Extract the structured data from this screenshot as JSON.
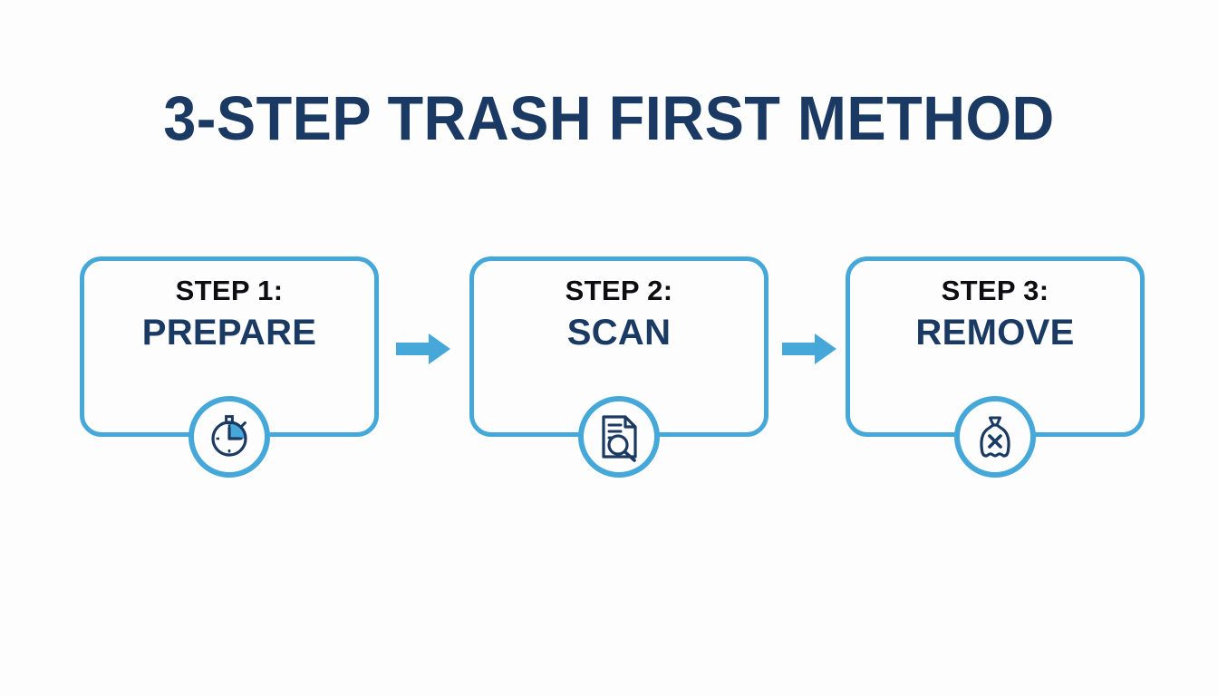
{
  "page": {
    "title": "3-STEP TRASH FIRST METHOD",
    "background_color": "#fdfdfe",
    "accent_color": "#45a8d8",
    "navy_color": "#1b3a63",
    "kicker_color": "#0d0d12"
  },
  "steps": [
    {
      "kicker": "STEP 1:",
      "title": "PREPARE",
      "icon": "stopwatch-icon"
    },
    {
      "kicker": "STEP 2:",
      "title": "SCAN",
      "icon": "document-search-icon"
    },
    {
      "kicker": "STEP 3:",
      "title": "REMOVE",
      "icon": "trash-bag-x-icon"
    }
  ],
  "connectors": [
    {
      "icon": "arrow-right-icon"
    },
    {
      "icon": "arrow-right-icon"
    }
  ]
}
